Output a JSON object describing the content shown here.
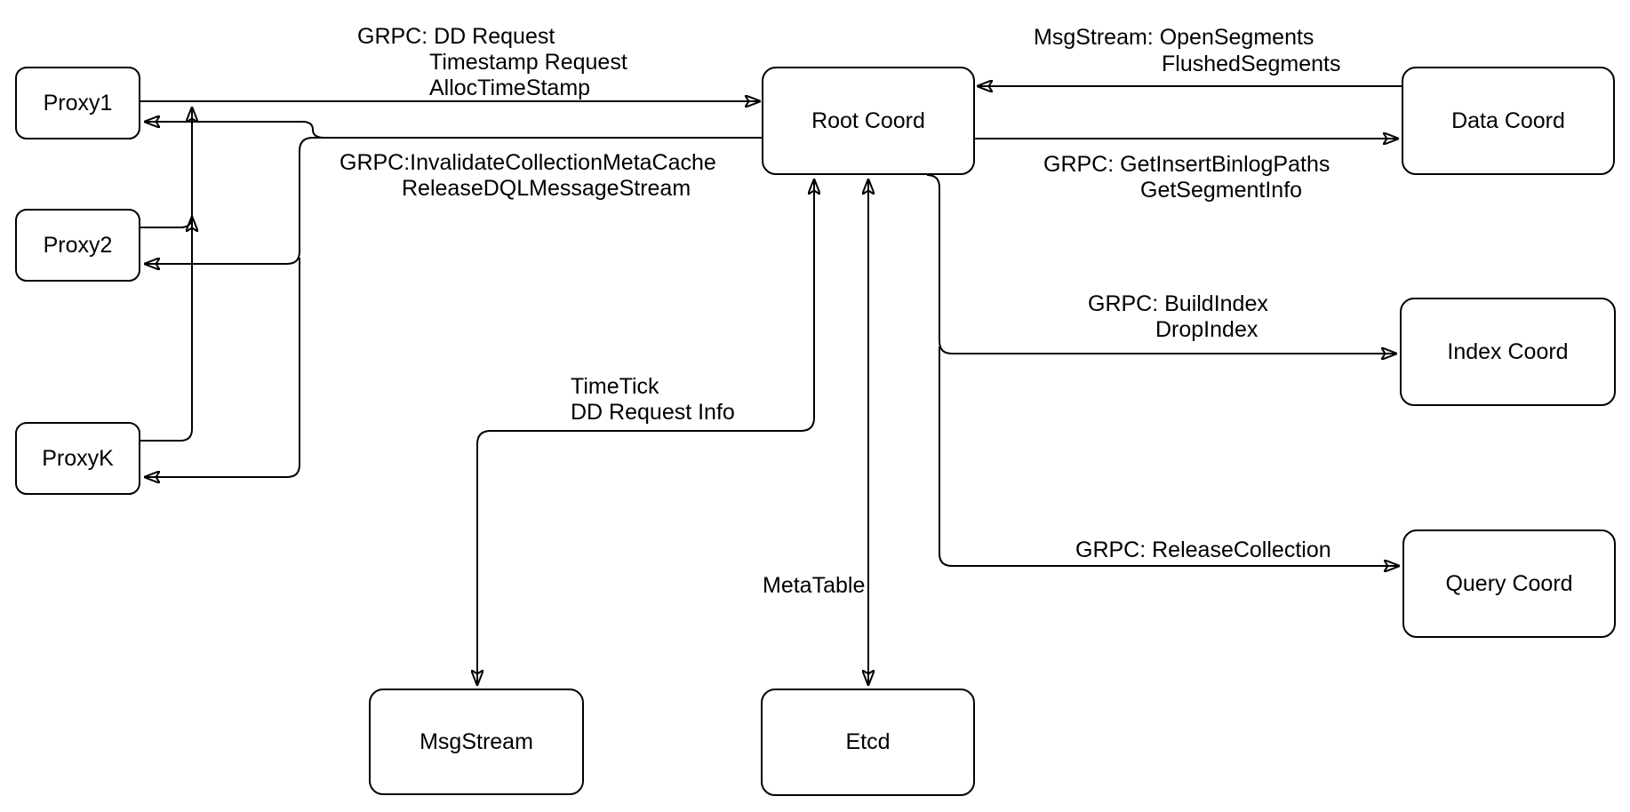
{
  "diagram": {
    "title": "Root Coord architecture diagram",
    "colors": {
      "stroke": "#000000",
      "background": "#ffffff"
    },
    "nodes": {
      "proxy1": "Proxy1",
      "proxy2": "Proxy2",
      "proxyk": "ProxyK",
      "root_coord": "Root Coord",
      "data_coord": "Data Coord",
      "index_coord": "Index Coord",
      "query_coord": "Query Coord",
      "msgstream": "MsgStream",
      "etcd": "Etcd"
    },
    "labels": {
      "proxy_to_root": {
        "lines": [
          "GRPC: DD Request",
          "Timestamp Request",
          "AllocTimeStamp"
        ]
      },
      "root_to_proxy": {
        "lines": [
          "GRPC:InvalidateCollectionMetaCache",
          "ReleaseDQLMessageStream"
        ]
      },
      "data_to_root": {
        "lines": [
          "MsgStream: OpenSegments",
          "FlushedSegments"
        ]
      },
      "root_to_data": {
        "lines": [
          "GRPC: GetInsertBinlogPaths",
          "GetSegmentInfo"
        ]
      },
      "root_to_index": {
        "lines": [
          "GRPC: BuildIndex",
          "DropIndex"
        ]
      },
      "root_to_query": {
        "lines": [
          "GRPC: ReleaseCollection"
        ]
      },
      "root_to_msgstream": {
        "lines": [
          "TimeTick",
          "DD Request Info"
        ]
      },
      "root_to_etcd": {
        "lines": [
          "MetaTable"
        ]
      }
    }
  }
}
